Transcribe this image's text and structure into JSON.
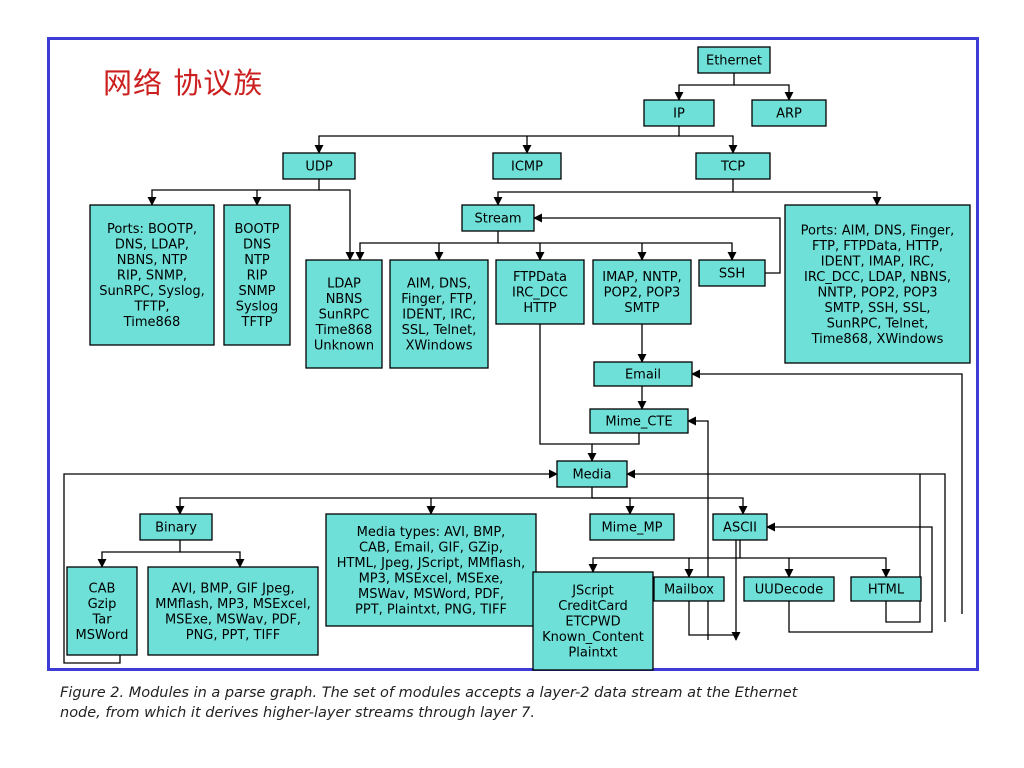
{
  "title": "网络 协议族",
  "caption": {
    "line1": "Figure 2. Modules in a parse graph. The set of modules accepts a layer-2 data stream at the Ethernet",
    "line2": "node, from which it derives higher-layer streams through layer 7."
  },
  "nodes": {
    "ethernet": [
      "Ethernet"
    ],
    "ip": [
      "IP"
    ],
    "arp": [
      "ARP"
    ],
    "udp": [
      "UDP"
    ],
    "icmp": [
      "ICMP"
    ],
    "tcp": [
      "TCP"
    ],
    "udp_ports": [
      "Ports: BOOTP,",
      "DNS, LDAP,",
      "NBNS, NTP",
      "RIP, SNMP,",
      "SunRPC, Syslog,",
      "TFTP,",
      "Time868"
    ],
    "udp_bootp": [
      "BOOTP",
      "DNS",
      "NTP",
      "RIP",
      "SNMP",
      "Syslog",
      "TFTP"
    ],
    "stream": [
      "Stream"
    ],
    "tcp_ports": [
      "Ports: AIM, DNS, Finger,",
      "FTP, FTPData, HTTP,",
      "IDENT, IMAP, IRC,",
      "IRC_DCC, LDAP, NBNS,",
      "NNTP, POP2, POP3",
      "SMTP, SSH, SSL,",
      "SunRPC, Telnet,",
      "Time868, XWindows"
    ],
    "ldap": [
      "LDAP",
      "NBNS",
      "SunRPC",
      "Time868",
      "Unknown"
    ],
    "aim": [
      "AIM, DNS,",
      "Finger, FTP,",
      "IDENT, IRC,",
      "SSL, Telnet,",
      "XWindows"
    ],
    "ftpdata": [
      "FTPData",
      "IRC_DCC",
      "HTTP"
    ],
    "imap": [
      "IMAP, NNTP,",
      "POP2, POP3",
      "SMTP"
    ],
    "ssh": [
      "SSH"
    ],
    "email": [
      "Email"
    ],
    "mime_cte": [
      "Mime_CTE"
    ],
    "media": [
      "Media"
    ],
    "binary": [
      "Binary"
    ],
    "media_types": [
      "Media types: AVI, BMP,",
      "CAB, Email, GIF, GZip,",
      "HTML, Jpeg, JScript, MMflash,",
      "MP3, MSExcel, MSExe,",
      "MSWav, MSWord, PDF,",
      "PPT,  Plaintxt, PNG, TIFF"
    ],
    "mime_mp": [
      "Mime_MP"
    ],
    "ascii": [
      "ASCII"
    ],
    "cab": [
      "CAB",
      "Gzip",
      "Tar",
      "MSWord"
    ],
    "avi": [
      "AVI, BMP, GIF Jpeg,",
      "MMflash, MP3, MSExcel,",
      "MSExe, MSWav, PDF,",
      "PNG,  PPT,  TIFF"
    ],
    "jscript": [
      "JScript",
      "CreditCard",
      "ETCPWD",
      "Known_Content",
      "Plaintxt"
    ],
    "mailbox": [
      "Mailbox"
    ],
    "uudecode": [
      "UUDecode"
    ],
    "html": [
      "HTML"
    ]
  }
}
